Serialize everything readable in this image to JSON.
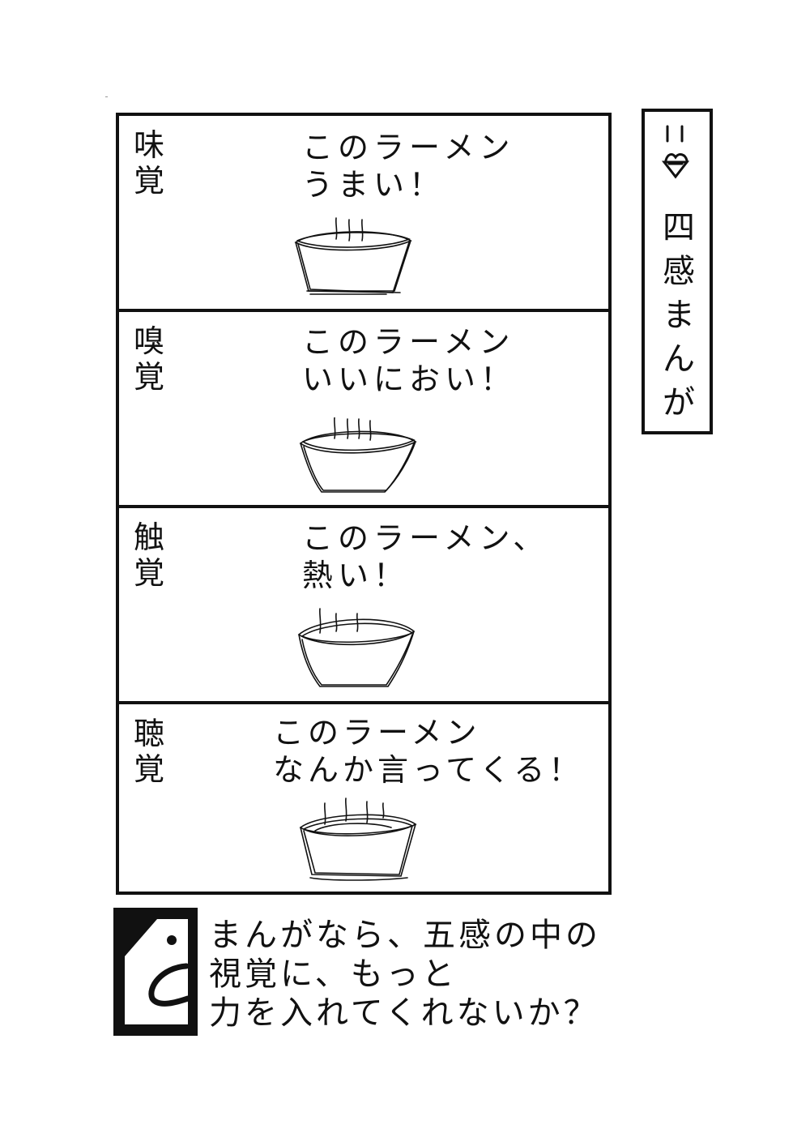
{
  "panels": [
    {
      "sense": [
        "味",
        "覚"
      ],
      "dialogue": [
        "このラーメン",
        "うまい！"
      ]
    },
    {
      "sense": [
        "嗅",
        "覚"
      ],
      "dialogue": [
        "このラーメン",
        "いいにおい！"
      ]
    },
    {
      "sense": [
        "触",
        "覚"
      ],
      "dialogue": [
        "このラーメン、",
        "熱い！"
      ]
    },
    {
      "sense": [
        "聴",
        "覚"
      ],
      "dialogue": [
        "このラーメン",
        "なんか言ってくる！"
      ]
    }
  ],
  "title": {
    "chars": [
      "四",
      "感",
      "ま",
      "ん",
      "が"
    ]
  },
  "narration": {
    "lines": [
      "まんがなら、五感の中の",
      "視覚に、もっと",
      "力を入れてくれないか？"
    ]
  },
  "icons": {
    "bowl": "ramen-bowl-icon",
    "title_face": "face-icon",
    "narrator": "narrator-face-icon"
  }
}
